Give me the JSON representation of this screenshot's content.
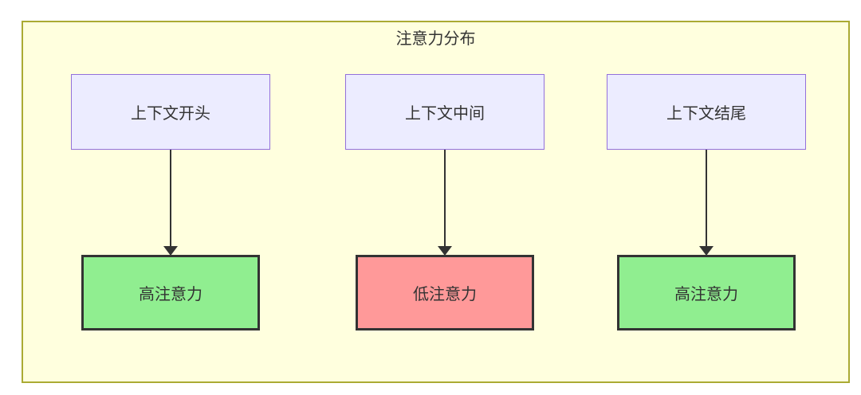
{
  "diagram": {
    "title": "注意力分布",
    "columns": [
      {
        "top": "上下文开头",
        "bottom": "高注意力",
        "status": "high"
      },
      {
        "top": "上下文中间",
        "bottom": "低注意力",
        "status": "low"
      },
      {
        "top": "上下文结尾",
        "bottom": "高注意力",
        "status": "high"
      }
    ],
    "colors": {
      "container_fill": "#ffffde",
      "container_border": "#aaaa33",
      "top_node_fill": "#ececff",
      "top_node_border": "#9370db",
      "high_fill": "#90ee90",
      "low_fill": "#ff9999",
      "status_border": "#333333",
      "arrow": "#333333",
      "text": "#333333"
    }
  }
}
